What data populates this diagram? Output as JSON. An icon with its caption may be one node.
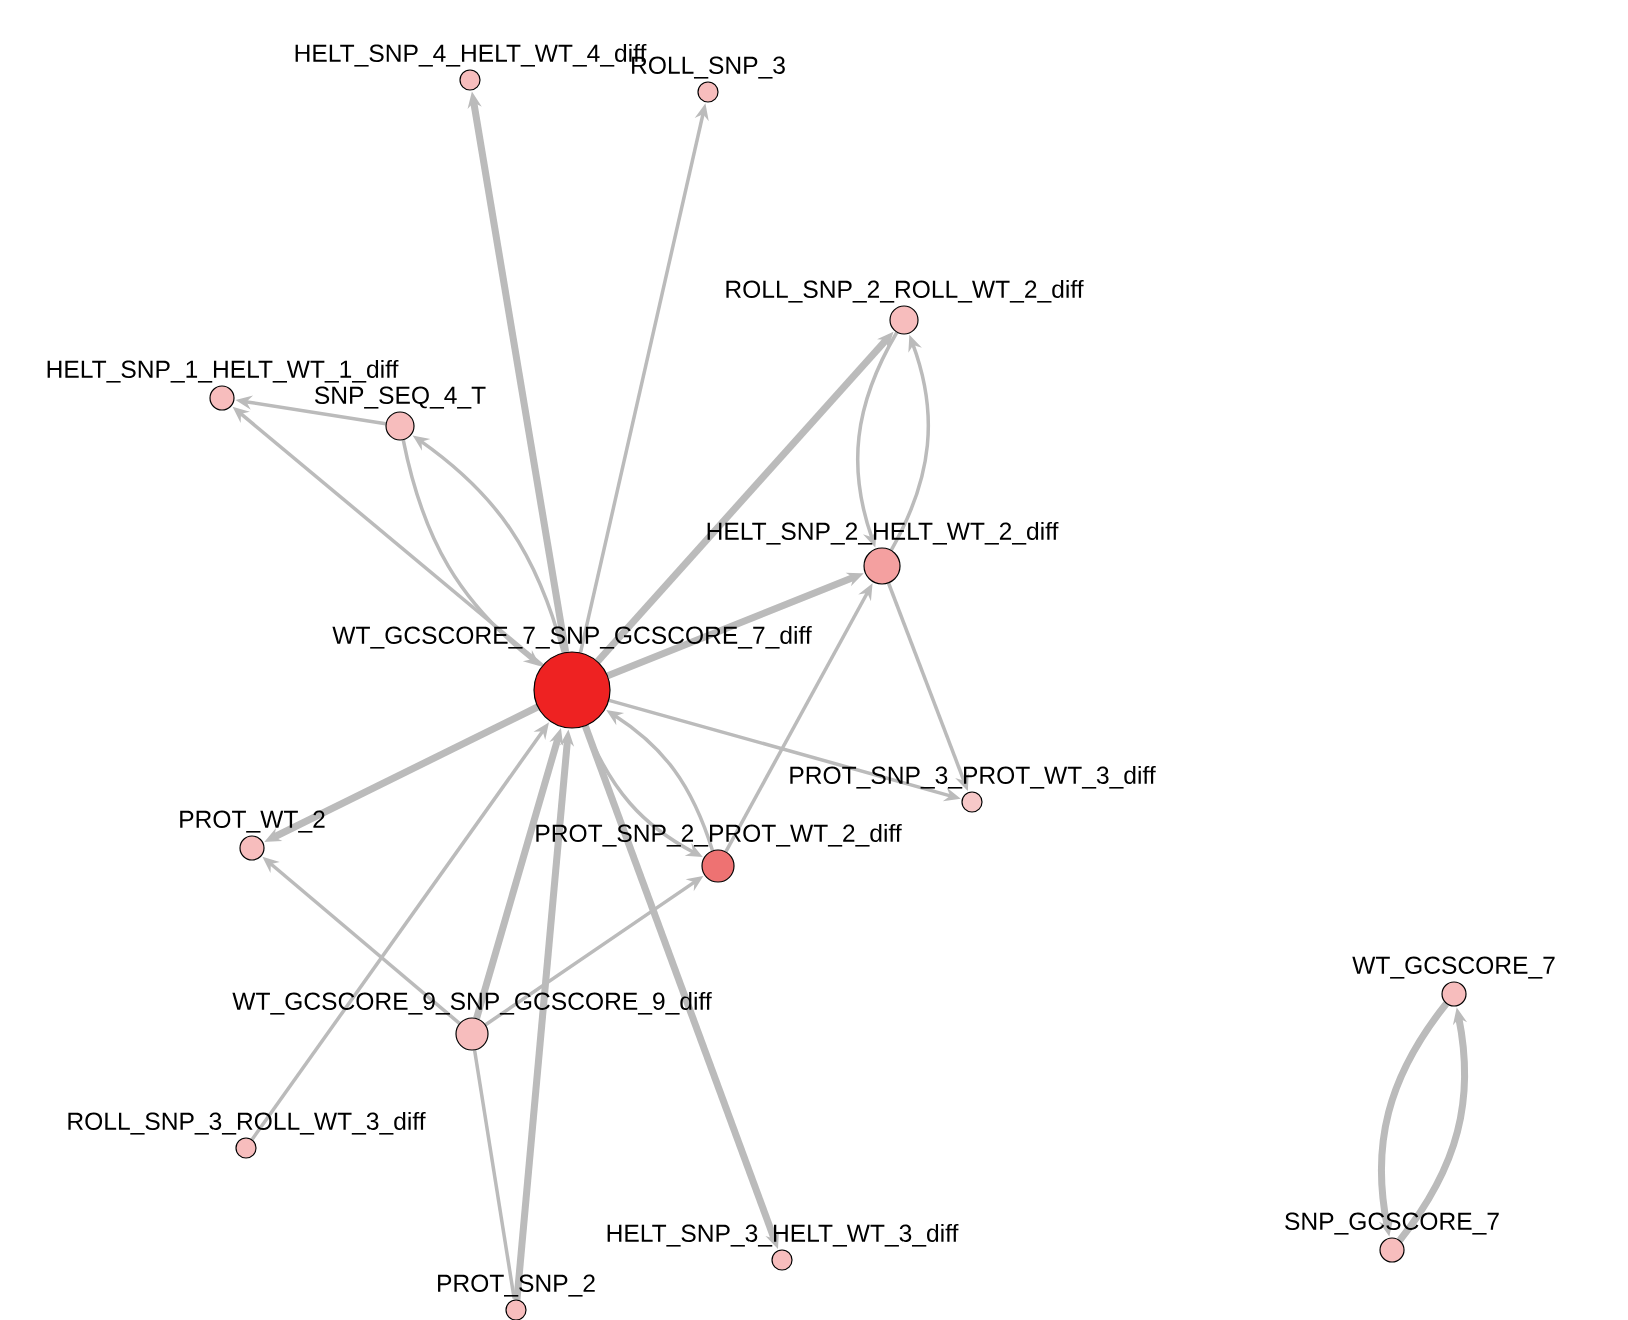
{
  "diagram": {
    "nodes": [
      {
        "text": [
          "WT_GCSCORE_7_SNP_GCSCORE_7_diff"
        ]
      },
      {
        "text": [
          "HELT_SNP_4_HELT_WT_4_diff"
        ]
      },
      {
        "text": [
          "ROLL_SNP_3"
        ]
      },
      {
        "text": [
          "ROLL_SNP_2_ROLL_WT_2_diff"
        ]
      },
      {
        "text": [
          "HELT_SNP_1_HELT_WT_1_diff"
        ]
      },
      {
        "text": [
          "SNP_SEQ_4_T"
        ]
      },
      {
        "text": [
          "HELT_SNP_2_HELT_WT_2_diff"
        ]
      },
      {
        "text": [
          "PROT_SNP_3_PROT_WT_3_diff"
        ]
      },
      {
        "text": [
          "PROT_WT_2"
        ]
      },
      {
        "text": [
          "PROT_SNP_2_PROT_WT_2_diff"
        ]
      },
      {
        "text": [
          "WT_GCSCORE_9_SNP_GCSCORE_9_diff"
        ]
      },
      {
        "text": [
          "ROLL_SNP_3_ROLL_WT_3_diff"
        ]
      },
      {
        "text": [
          "HELT_SNP_3_HELT_WT_3_diff"
        ]
      },
      {
        "text": [
          "PROT_SNP_2"
        ]
      },
      {
        "text": [
          "WT_GCSCORE_7"
        ]
      },
      {
        "text": [
          "SNP_GCSCORE_7"
        ]
      }
    ],
    "edges": [
      {
        "from": 0,
        "to": 1,
        "arrow": "to",
        "style": "thick"
      },
      {
        "from": 0,
        "to": 2,
        "arrow": "to"
      },
      {
        "from": 0,
        "to": 3,
        "arrow": "to",
        "style": "thick"
      },
      {
        "from": 0,
        "to": 4,
        "arrow": "to"
      },
      {
        "from": 0,
        "to": 5,
        "arrow": "to"
      },
      {
        "from": 5,
        "to": 0,
        "arrow": "to"
      },
      {
        "from": 5,
        "to": 4,
        "arrow": "to"
      },
      {
        "from": 0,
        "to": 6,
        "arrow": "to",
        "style": "thick"
      },
      {
        "from": 6,
        "to": 3,
        "arrow": "to"
      },
      {
        "from": 3,
        "to": 6,
        "arrow": "to"
      },
      {
        "from": 6,
        "to": 7,
        "arrow": "to"
      },
      {
        "from": 0,
        "to": 7,
        "arrow": "to"
      },
      {
        "from": 0,
        "to": 8,
        "arrow": "to",
        "style": "thick"
      },
      {
        "from": 10,
        "to": 8,
        "arrow": "to"
      },
      {
        "from": 11,
        "to": 0,
        "arrow": "to"
      },
      {
        "from": 10,
        "to": 9,
        "arrow": "to"
      },
      {
        "from": 9,
        "to": 6,
        "arrow": "to"
      },
      {
        "from": 0,
        "to": 9,
        "arrow": "to"
      },
      {
        "from": 9,
        "to": 0,
        "arrow": "to"
      },
      {
        "from": 10,
        "to": 0,
        "arrow": "to",
        "style": "thick"
      },
      {
        "from": 13,
        "to": 0,
        "arrow": "to",
        "style": "thick"
      },
      {
        "from": 10,
        "to": 13,
        "arrow": "none"
      },
      {
        "from": 0,
        "to": 12,
        "arrow": "to",
        "style": "thick"
      },
      {
        "from": 14,
        "to": 15,
        "arrow": "to",
        "style": "thick"
      },
      {
        "from": 15,
        "to": 14,
        "arrow": "to",
        "style": "thick"
      }
    ]
  }
}
